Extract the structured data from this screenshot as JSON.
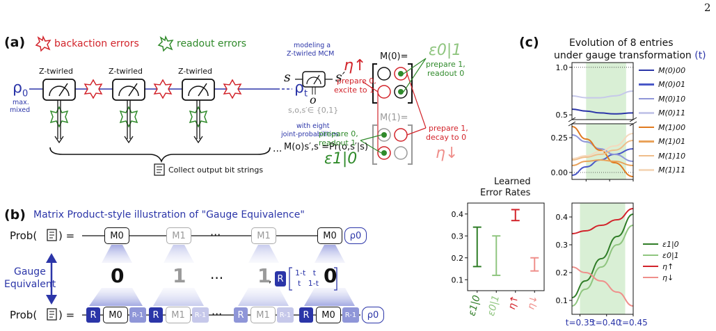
{
  "page_number": "2",
  "panel_a": {
    "label": "(a)",
    "legend_backaction": "backaction errors",
    "legend_readout": "readout errors",
    "z_twirled": "Z-twirled",
    "rho0": "ρ",
    "rho0_sub": "0",
    "rho0_note1": "max.",
    "rho0_note2": "mixed",
    "rhot": "ρ",
    "rhot_sub": "t",
    "dots": "...",
    "collect": "Collect output bit strings",
    "model_line1": "modeling a",
    "model_line2": "Z-twirled MCM",
    "s_in": "s",
    "s_out": "s′",
    "o_out": "o",
    "domain": "s,o,s′∈ {0,1}",
    "joint1": "with eight",
    "joint2": "joint-probabilities",
    "joint_formula": "M(o)s′,s =Pr(o,s′|s)",
    "m0_label": "M(0)=",
    "m1_label": "M(1)=",
    "eta_up": "η↑",
    "eta_down": "η↓",
    "eps01": "ε0|1",
    "eps10": "ε1|0",
    "prep0_excite_1": "prepare 0,",
    "prep0_excite_2": "excite to 1",
    "prep1_readout0_1": "prepare 1,",
    "prep1_readout0_2": "readout 0",
    "prep0_readout1_1": "prepare 0,",
    "prep0_readout1_2": "readout 1",
    "prep1_decay_1": "prepare 1,",
    "prep1_decay_2": "decay to 0"
  },
  "panel_b": {
    "label": "(b)",
    "title": "Matrix Product-style illustration of \"Gauge Equivalence\"",
    "prob": "Prob(",
    "prob_close": ") =",
    "m0": "M0",
    "m1": "M1",
    "r": "R",
    "rinv": "R-1",
    "rho0": "ρ0",
    "bit0": "0",
    "bit1": "1",
    "dots": "···",
    "gauge1": "Gauge",
    "gauge2": "Equivalent",
    "r_matrix_r1": "1-t   t",
    "r_matrix_r2": "t   1-t"
  },
  "panel_c": {
    "label": "(c)",
    "title_line1": "Evolution of 8 entries",
    "title_line2": "under gauge transformation",
    "title_var": "(t)",
    "learned_title1": "Learned",
    "learned_title2": "Error Rates",
    "x_ticks": [
      "t=0.35",
      "t=0.40",
      "t=0.45"
    ]
  },
  "colors": {
    "blue": "#2b35a8",
    "red": "#d2232a",
    "green": "#2f8a2a",
    "orange": "#e07a1f",
    "shade": "#d9efd5"
  },
  "chart_data": [
    {
      "type": "line",
      "xlim": [
        0.32,
        0.45
      ],
      "ylim_upper": [
        0.45,
        1.05
      ],
      "ylim_lower": [
        -0.05,
        0.35
      ],
      "y_ticks_upper": [
        "1.0",
        "0.5"
      ],
      "y_ticks_lower": [
        "0.25",
        "0.00"
      ],
      "shaded_region": [
        0.35,
        0.435
      ],
      "x": [
        0.32,
        0.35,
        0.38,
        0.41,
        0.45
      ],
      "series": [
        {
          "name": "M(0)00",
          "color": "#2b35a8",
          "values": [
            0.56,
            0.54,
            0.52,
            0.51,
            0.52
          ]
        },
        {
          "name": "M(0)01",
          "color": "#4a58c8",
          "values": [
            -0.02,
            0.04,
            0.09,
            0.13,
            0.17
          ]
        },
        {
          "name": "M(0)10",
          "color": "#8f96d8",
          "values": [
            0.27,
            0.22,
            0.17,
            0.13,
            0.08
          ]
        },
        {
          "name": "M(0)11",
          "color": "#c6c8ea",
          "values": [
            0.7,
            0.68,
            0.68,
            0.7,
            0.75
          ]
        },
        {
          "name": "M(1)00",
          "color": "#e07a1f",
          "values": [
            0.33,
            0.24,
            0.16,
            0.07,
            -0.03
          ]
        },
        {
          "name": "M(1)01",
          "color": "#e9a25a",
          "values": [
            0.05,
            0.08,
            0.09,
            0.08,
            0.05
          ]
        },
        {
          "name": "M(1)10",
          "color": "#efbd8a",
          "values": [
            0.09,
            0.11,
            0.13,
            0.16,
            0.23
          ]
        },
        {
          "name": "M(1)11",
          "color": "#f5d9bd",
          "values": [
            0.1,
            0.12,
            0.15,
            0.19,
            0.28
          ]
        }
      ]
    },
    {
      "type": "error-interval",
      "ylim": [
        0.05,
        0.45
      ],
      "y_ticks": [
        "0.4",
        "0.3",
        "0.2",
        "0.1"
      ],
      "categories": [
        "ε1|0",
        "ε0|1",
        "η↑",
        "η↓"
      ],
      "intervals": [
        [
          0.16,
          0.34
        ],
        [
          0.12,
          0.3
        ],
        [
          0.37,
          0.42
        ],
        [
          0.14,
          0.2
        ]
      ],
      "colors": [
        "#2f7d27",
        "#8fc57f",
        "#d2232a",
        "#ef8f8b"
      ]
    },
    {
      "type": "line",
      "xlim": [
        0.335,
        0.45
      ],
      "ylim": [
        0.05,
        0.45
      ],
      "y_ticks": [
        "0.4",
        "0.3",
        "0.2",
        "0.1"
      ],
      "x_ticks": [
        "t=0.35",
        "t=0.40",
        "t=0.45"
      ],
      "shaded_region": [
        0.35,
        0.435
      ],
      "x": [
        0.335,
        0.36,
        0.39,
        0.42,
        0.45
      ],
      "series": [
        {
          "name": "ε1|0",
          "color": "#2f7d27",
          "values": [
            0.11,
            0.17,
            0.25,
            0.33,
            0.41
          ]
        },
        {
          "name": "ε0|1",
          "color": "#8fc57f",
          "values": [
            0.08,
            0.14,
            0.22,
            0.3,
            0.37
          ]
        },
        {
          "name": "η↑",
          "color": "#d2232a",
          "values": [
            0.34,
            0.35,
            0.37,
            0.39,
            0.43
          ]
        },
        {
          "name": "η↓",
          "color": "#ef8f8b",
          "values": [
            0.22,
            0.2,
            0.17,
            0.13,
            0.08
          ]
        }
      ]
    }
  ]
}
